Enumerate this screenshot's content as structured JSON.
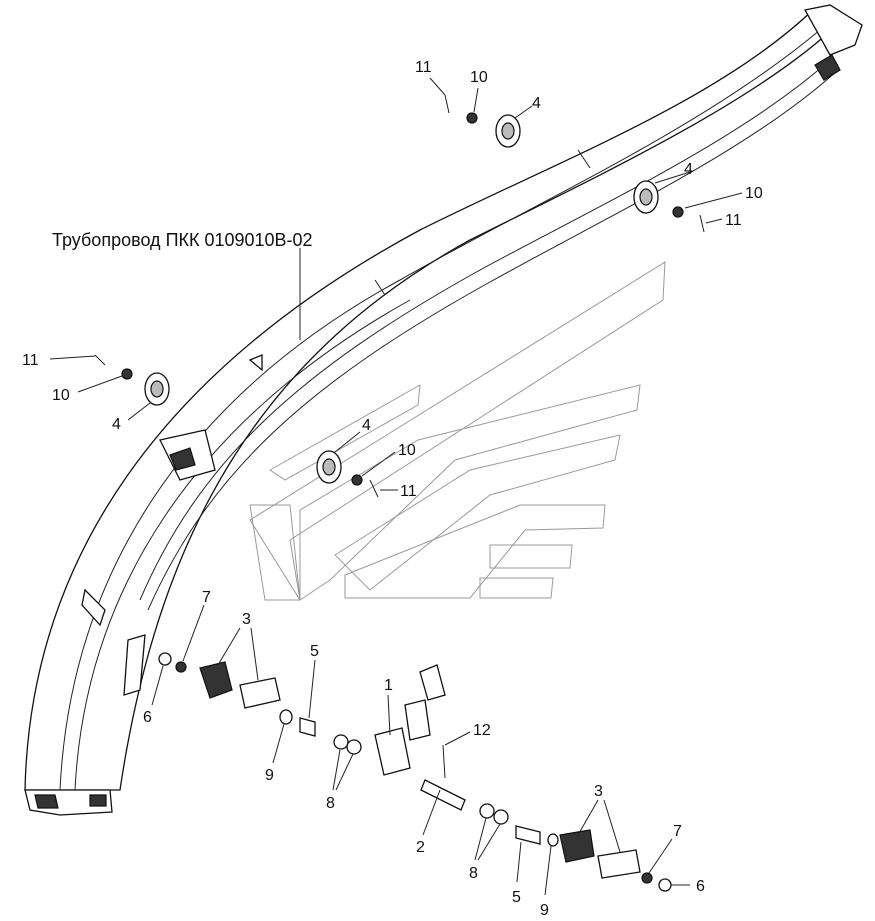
{
  "title": "Трубопровод ПКК 0109010В-02",
  "callouts": {
    "c11_top": "11",
    "c10_top": "10",
    "c4_top": "4",
    "c4_right": "4",
    "c10_right": "10",
    "c11_right": "11",
    "c11_left": "11",
    "c10_left": "10",
    "c4_left": "4",
    "c4_mid": "4",
    "c10_mid": "10",
    "c11_mid": "11",
    "c7_left": "7",
    "c3_left": "3",
    "c6_left": "6",
    "c9_left": "9",
    "c5_left": "5",
    "c8_left": "8",
    "c1": "1",
    "c12": "12",
    "c2": "2",
    "c8_right": "8",
    "c5_right": "5",
    "c9_right": "9",
    "c3_right": "3",
    "c7_right": "7",
    "c6_right": "6"
  }
}
